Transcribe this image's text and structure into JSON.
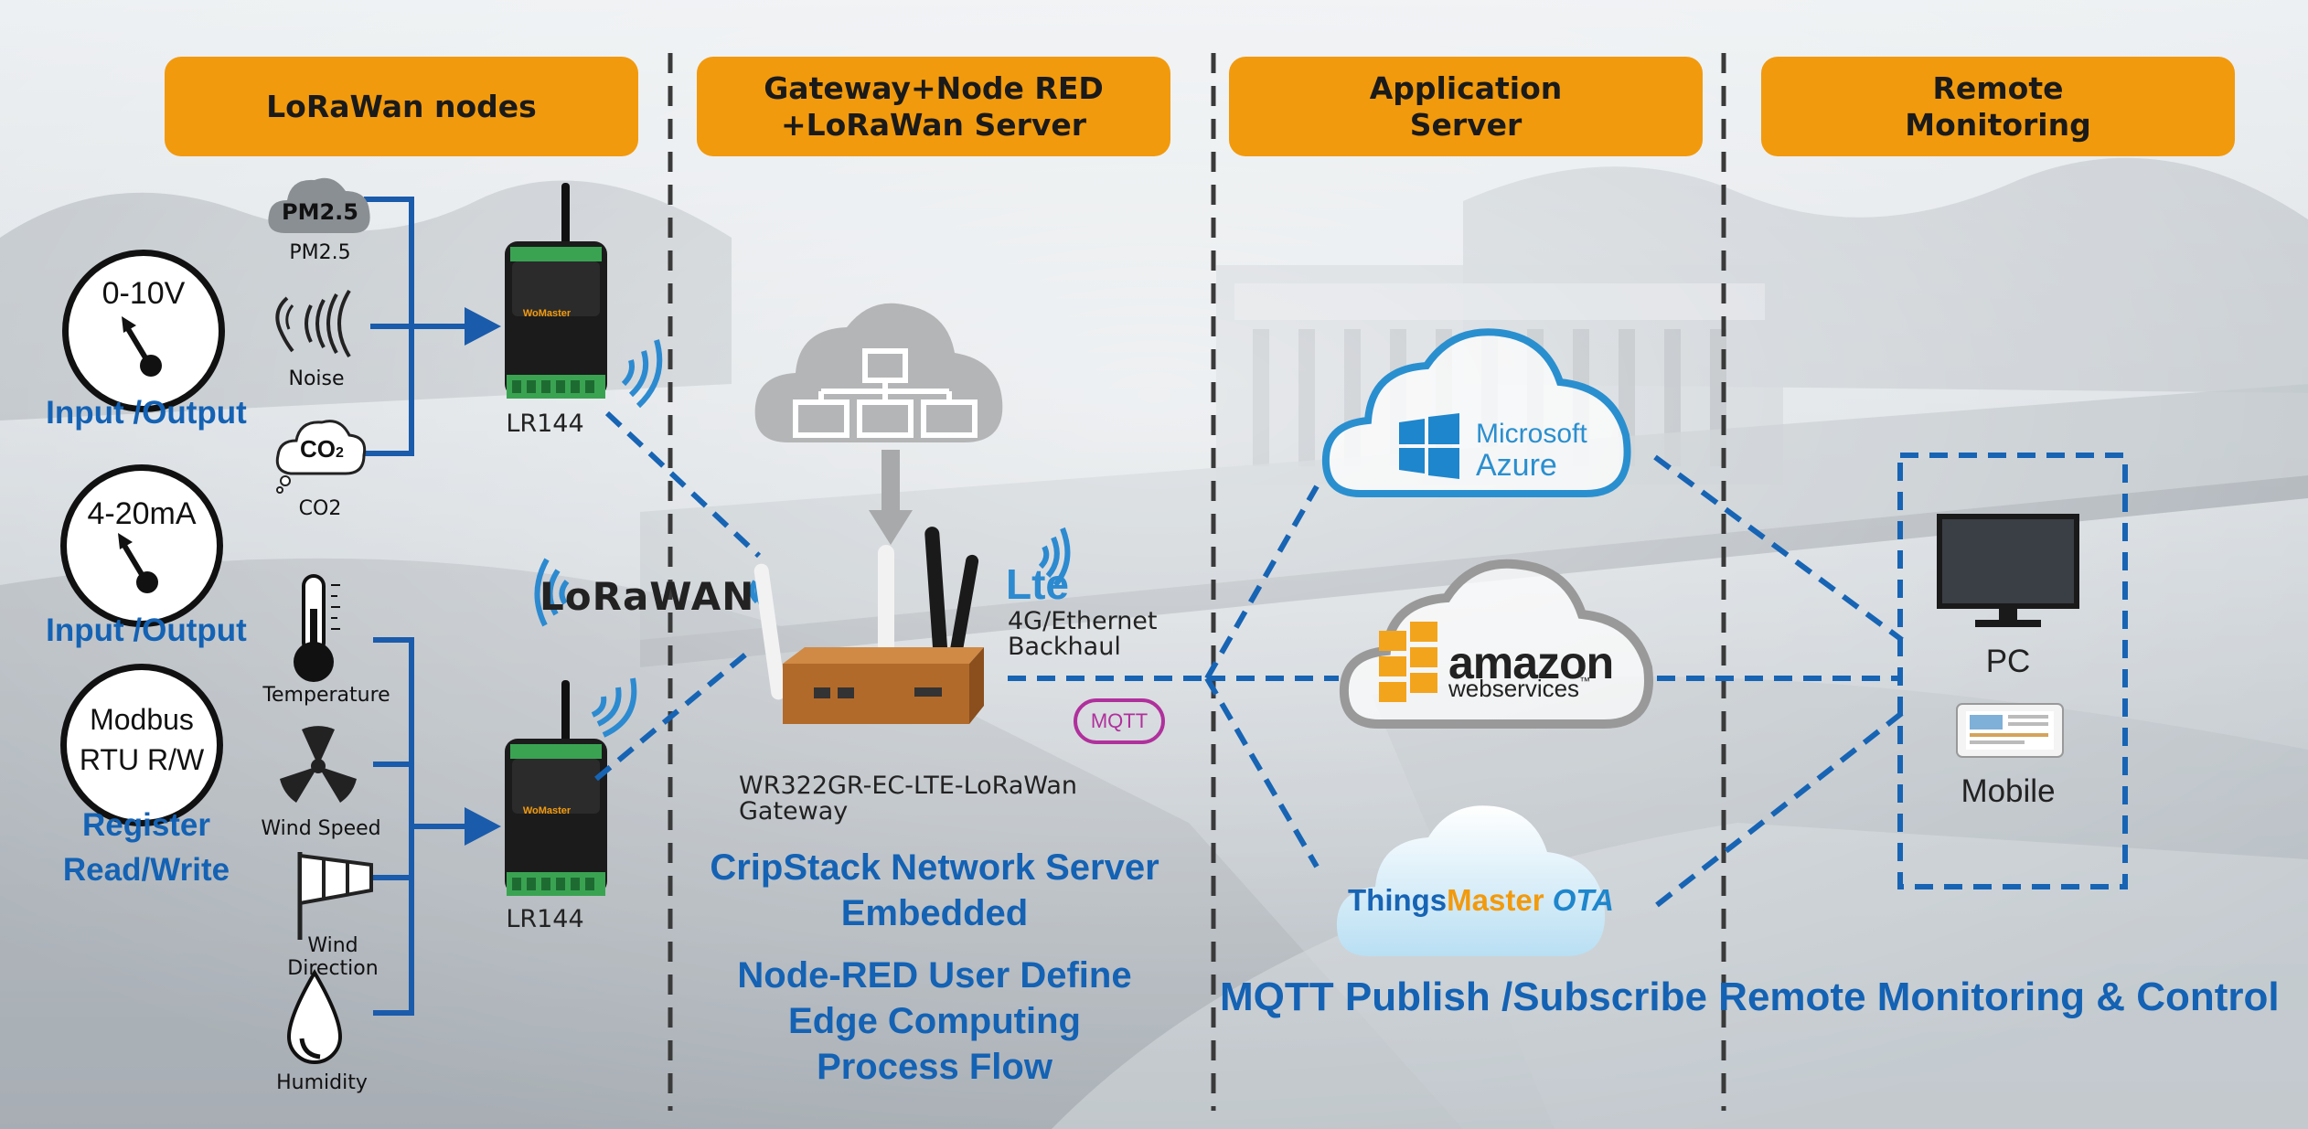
{
  "columns": {
    "nodes": "LoRaWan nodes",
    "gateway_line1": "Gateway+Node RED",
    "gateway_line2": "+LoRaWan Server",
    "app_line1": "Application",
    "app_line2": "Server",
    "remote_line1": "Remote",
    "remote_line2": "Monitoring"
  },
  "gauges": [
    {
      "text": "0-10V",
      "caption": "Input /Output"
    },
    {
      "text": "4-20mA",
      "caption": "Input /Output"
    },
    {
      "text_line1": "Modbus",
      "text_line2": "RTU R/W",
      "caption_line1": "Register",
      "caption_line2": "Read/Write"
    }
  ],
  "sensors": {
    "pm25_badge": "PM2.5",
    "pm25": "PM2.5",
    "noise": "Noise",
    "co2_badge": "CO",
    "co2_sub": "2",
    "co2": "CO2",
    "temperature": "Temperature",
    "wind_speed": "Wind Speed",
    "wind_direction": "Wind Direction",
    "humidity": "Humidity"
  },
  "devices": {
    "node_label": "LR144",
    "node_brand": "WoMaster",
    "lorawan": "LoRaWAN",
    "lte": "Lte",
    "backhaul_line1": "4G/Ethernet",
    "backhaul_line2": "Backhaul",
    "mqtt": "MQTT",
    "gateway_line1": "WR322GR-EC-LTE-LoRaWan",
    "gateway_line2": "Gateway"
  },
  "gateway_features": {
    "cripstack_line1": "CripStack Network Server",
    "cripstack_line2": "Embedded",
    "nodered_line1": "Node-RED User Define",
    "nodered_line2": "Edge Computing",
    "nodered_line3": "Process Flow"
  },
  "clouds": {
    "azure_line1": "Microsoft",
    "azure_line2": "Azure",
    "amazon_line1": "amazon",
    "amazon_line2": "webservices",
    "amazon_tm": "™",
    "things_a": "Things",
    "things_b": "Master",
    "things_c": " OTA"
  },
  "remote": {
    "pc": "PC",
    "mobile": "Mobile"
  },
  "footer": "MQTT Publish /Subscribe Remote Monitoring & Control",
  "colors": {
    "banner": "#f29a0d",
    "title_blue": "#1462b4",
    "line_blue": "#1a5bab",
    "dashed_blue": "#1764b4",
    "divider": "#3a3a3a"
  }
}
